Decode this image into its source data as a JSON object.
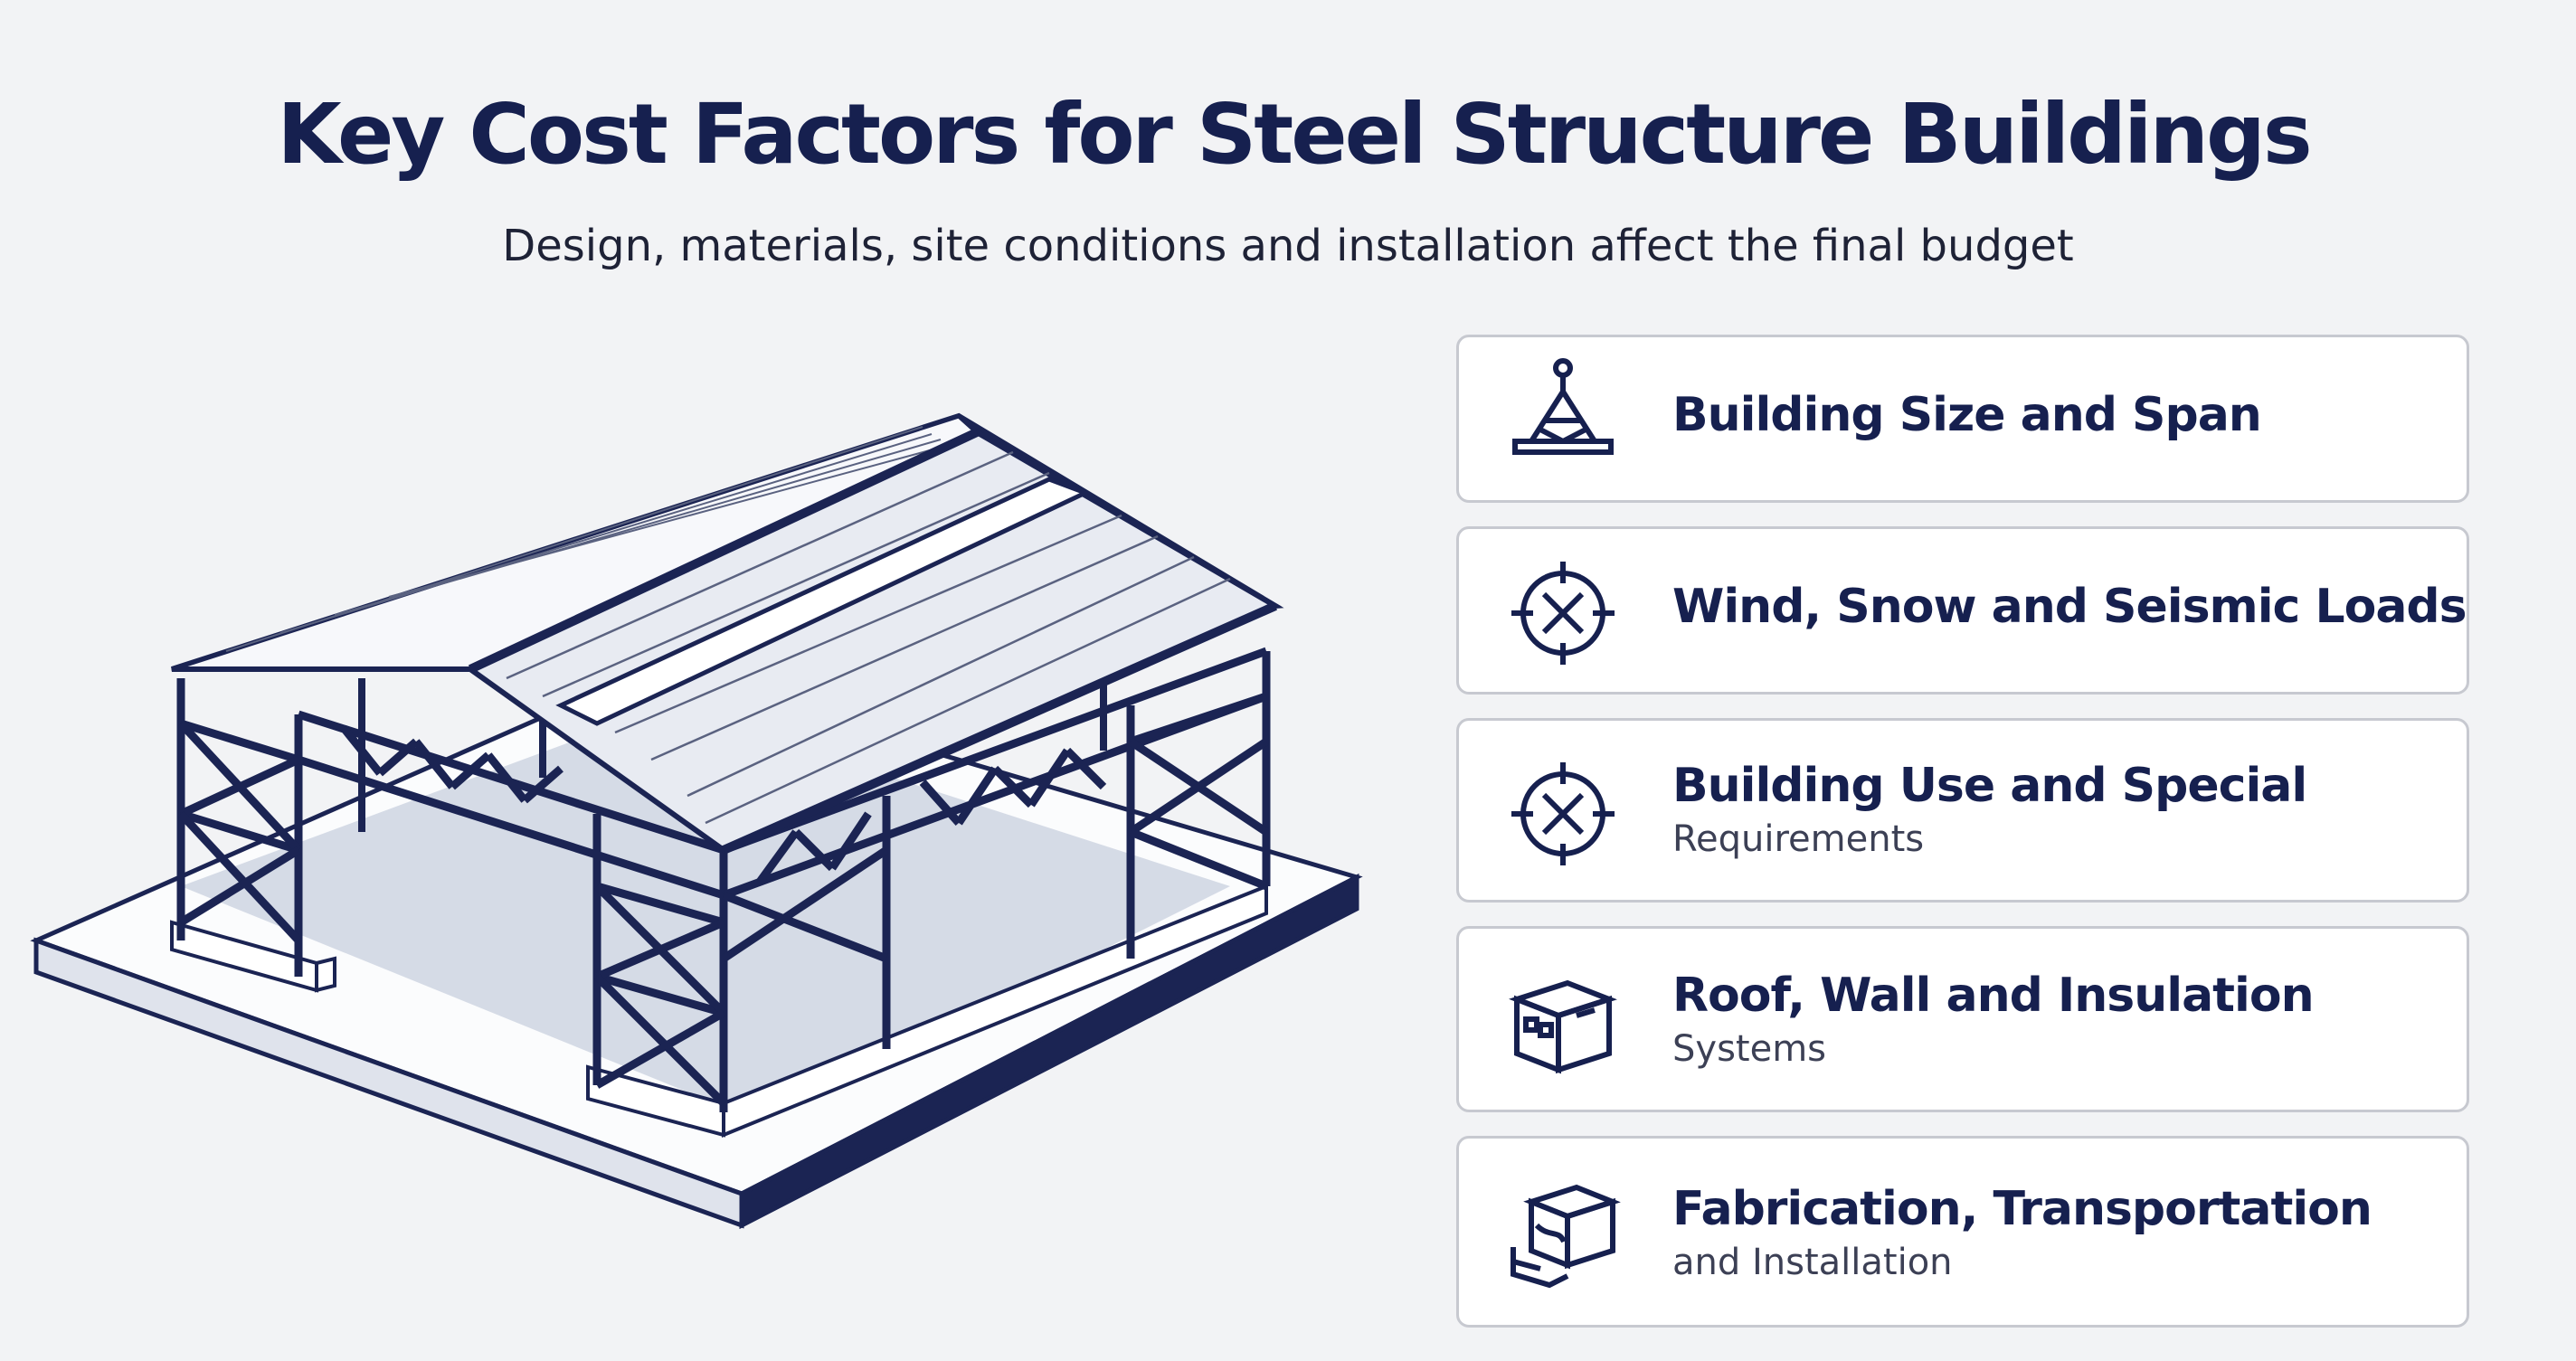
{
  "header": {
    "title": "Key Cost Factors for Steel Structure Buildings",
    "subtitle": "Design, materials, site conditions and installation affect the final budget"
  },
  "factors": [
    {
      "main": "Building Size and Span",
      "sub": "",
      "icon": "crane-hook-icon"
    },
    {
      "main": "Wind, Snow and Seismic Loads",
      "sub": "",
      "icon": "crosshair-load-icon"
    },
    {
      "main": "Building Use and Special",
      "sub": "Requirements",
      "icon": "crosshair-target-icon"
    },
    {
      "main": "Roof, Wall and Insulation",
      "sub": "Systems",
      "icon": "building-panel-icon"
    },
    {
      "main": "Fabrication, Transportation",
      "sub": "and Installation",
      "icon": "transport-crate-icon"
    }
  ],
  "colors": {
    "background": "#f2f3f5",
    "title": "#16204f",
    "steel": "#1b2453",
    "card_border": "#c7c9d0",
    "floor_shade": "#b6bfd4"
  }
}
